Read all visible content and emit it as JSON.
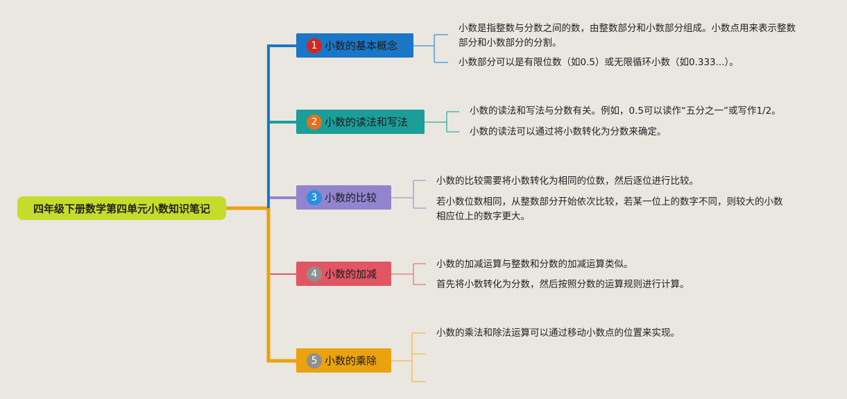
{
  "root": {
    "label": "四年级下册数学第四单元小数知识笔记"
  },
  "branches": [
    {
      "number": "1",
      "label": "小数的基本概念",
      "color": "#1b77c6",
      "badge_color": "#d6261e",
      "notes": [
        "小数是指整数与分数之间的数，由整数部分和小数部分组成。小数点用来表示整数部分和小数部分的分割。",
        "小数部分可以是有限位数（如0.5）或无限循环小数（如0.333...）。"
      ]
    },
    {
      "number": "2",
      "label": "小数的读法和写法",
      "color": "#1b9e9a",
      "badge_color": "#e2711d",
      "notes": [
        "小数的读法和写法与分数有关。例如，0.5可以读作“五分之一”或写作1/2。",
        "小数的读法可以通过将小数转化为分数来确定。"
      ]
    },
    {
      "number": "3",
      "label": "小数的比较",
      "color": "#9285d0",
      "badge_color": "#2a8fe0",
      "notes": [
        "小数的比较需要将小数转化为相同的位数，然后逐位进行比较。",
        "若小数位数相同，从整数部分开始依次比较，若某一位上的数字不同，则较大的小数相应位上的数字更大。"
      ]
    },
    {
      "number": "4",
      "label": "小数的加减",
      "color": "#e15663",
      "badge_color": "#8f8f8f",
      "notes": [
        "小数的加减运算与整数和分数的加减运算类似。",
        "首先将小数转化为分数，然后按照分数的运算规则进行计算。"
      ]
    },
    {
      "number": "5",
      "label": "小数的乘除",
      "color": "#eaa30f",
      "badge_color": "#8f8f8f",
      "notes": [
        "小数的乘法和除法运算可以通过移动小数点的位置来实现。",
        "",
        ""
      ]
    }
  ],
  "colors": {
    "background": "#e9e7e0",
    "root": "#c5dd2a",
    "trunk": "#eaa30f"
  }
}
